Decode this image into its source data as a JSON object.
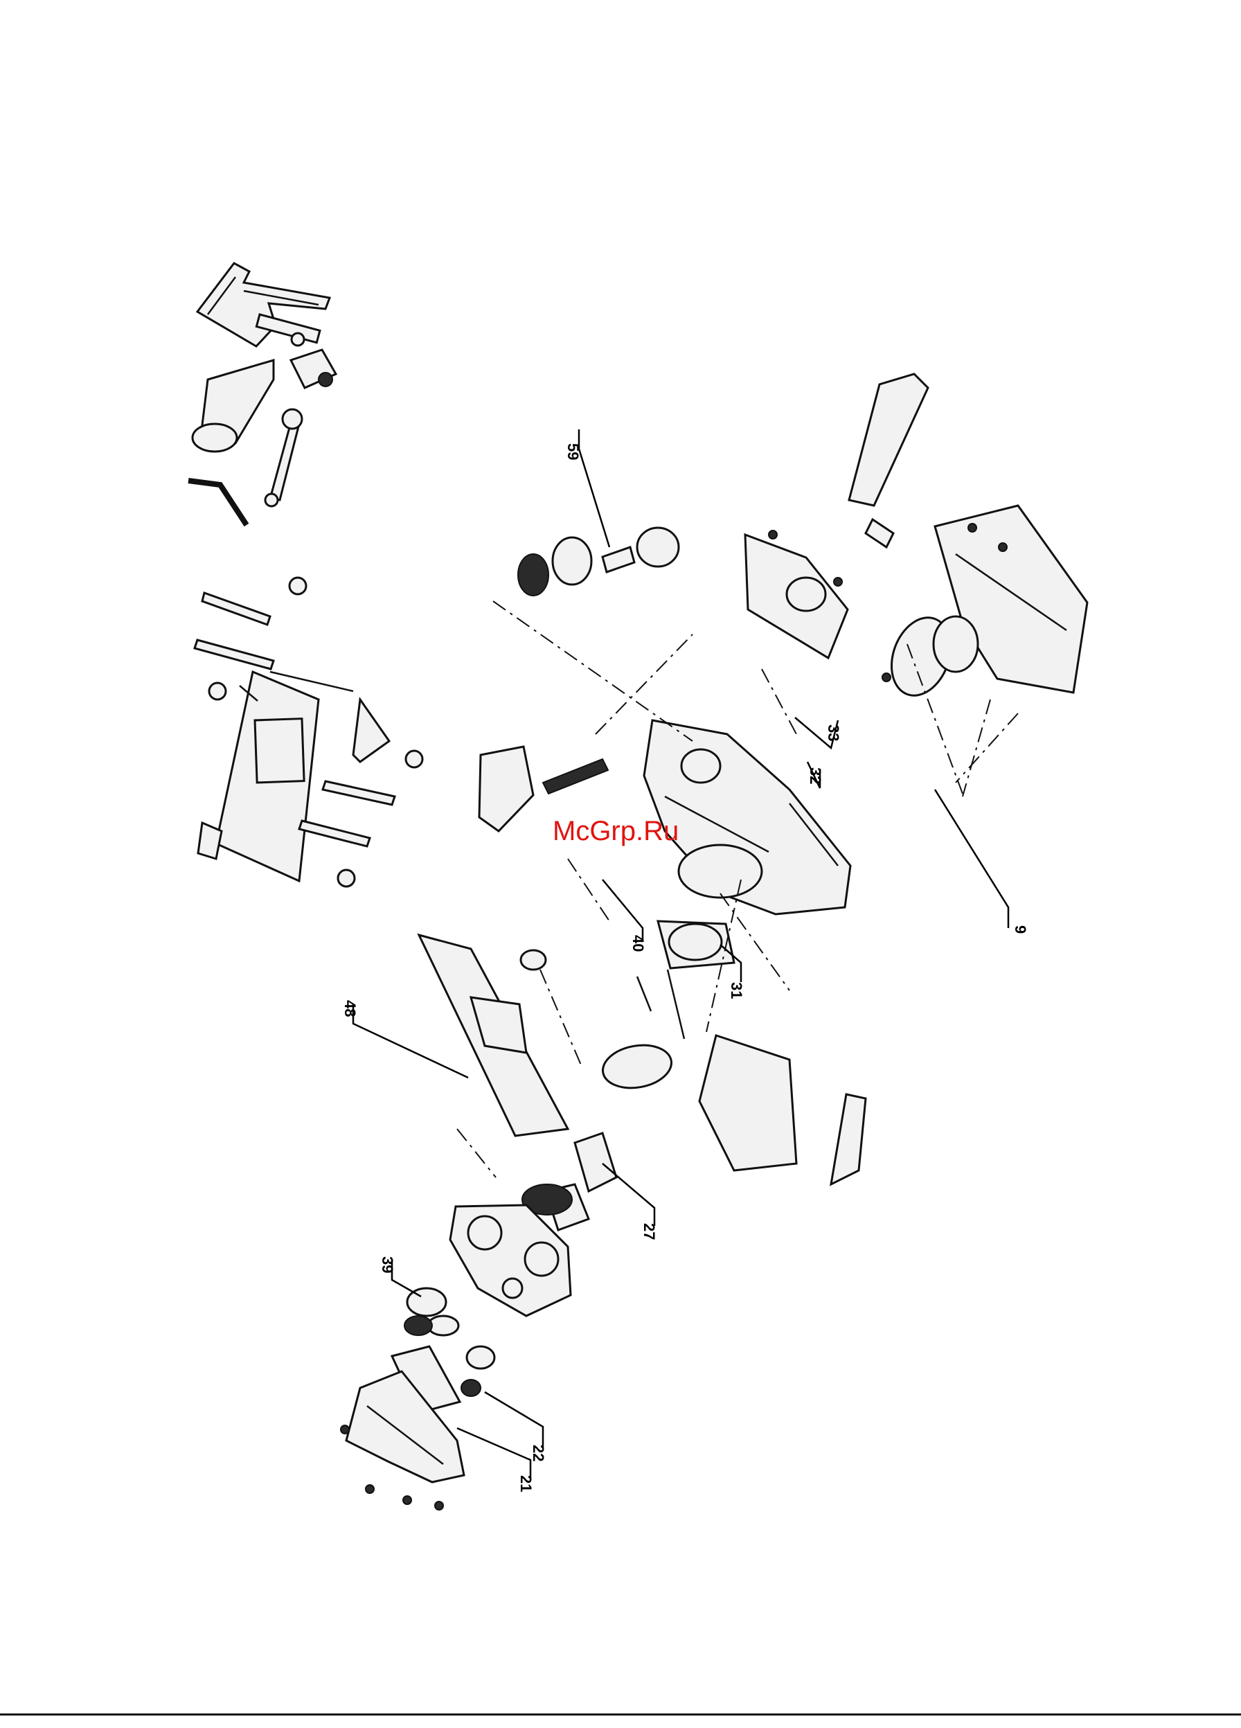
{
  "watermark": "McGrp.Ru",
  "callouts": {
    "c59": "59",
    "c33": "33",
    "c32": "32",
    "c9": "9",
    "c40": "40",
    "c31": "31",
    "c48": "48",
    "c27": "27",
    "c39": "39",
    "c22": "22",
    "c21": "21"
  }
}
